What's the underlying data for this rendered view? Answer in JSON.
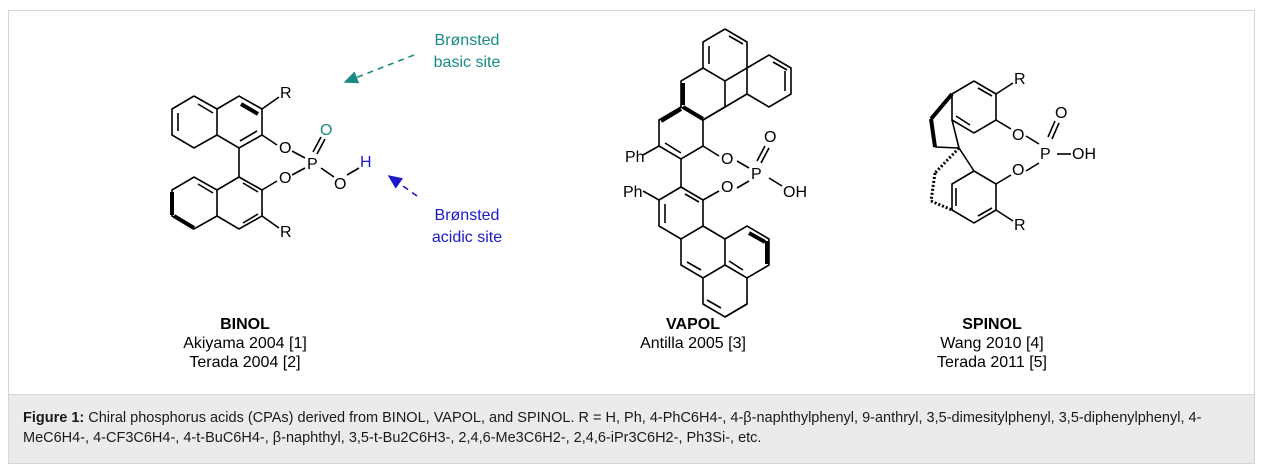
{
  "labels": {
    "r": "R",
    "o": "O",
    "p": "P",
    "h": "H",
    "oh": "OH",
    "ph": "Ph"
  },
  "sites": {
    "basic_line1": "Brønsted",
    "basic_line2": "basic site",
    "acidic_line1": "Brønsted",
    "acidic_line2": "acidic site"
  },
  "colors": {
    "basic": "#1a8a84",
    "acidic": "#1a1acc",
    "caption_bg": "#ebebeb"
  },
  "compounds": [
    {
      "name": "BINOL",
      "refs": [
        "Akiyama 2004 [1]",
        "Terada 2004 [2]"
      ]
    },
    {
      "name": "VAPOL",
      "refs": [
        "Antilla 2005 [3]"
      ]
    },
    {
      "name": "SPINOL",
      "refs": [
        "Wang 2010 [4]",
        "Terada 2011 [5]"
      ]
    }
  ],
  "caption": {
    "label": "Figure 1:",
    "text": "Chiral phosphorus acids (CPAs) derived from BINOL, VAPOL, and SPINOL. R = H, Ph, 4-PhC6H4-, 4-β-naphthylphenyl, 9-anthryl, 3,5-dimesitylphenyl, 3,5-diphenylphenyl, 4-MeC6H4-, 4-CF3C6H4-, 4-t-BuC6H4-, β-naphthyl, 3,5-t-Bu2C6H3-, 2,4,6-Me3C6H2-, 2,4,6-iPr3C6H2-, Ph3Si-, etc."
  }
}
